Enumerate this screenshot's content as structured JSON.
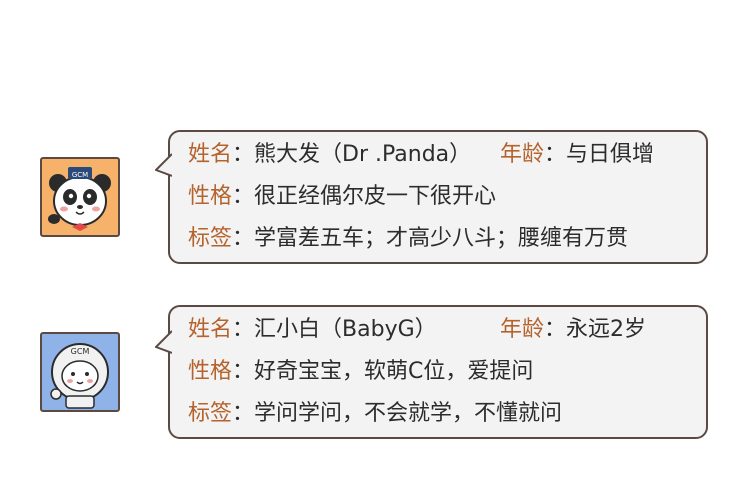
{
  "cards": [
    {
      "avatar_icon": "panda-avatar-icon",
      "avatar_bg": "#f6b26b",
      "avatar_badge": "GCM",
      "name_label": "姓名",
      "name_value": "熊大发（Dr .Panda）",
      "age_label": "年龄",
      "age_value": "与日俱增",
      "personality_label": "性格",
      "personality_value": "很正经偶尔皮一下很开心",
      "tags_label": "标签",
      "tags_value": "学富差五车；才高少八斗；腰缠有万贯"
    },
    {
      "avatar_icon": "astronaut-avatar-icon",
      "avatar_bg": "#8fb3e8",
      "avatar_badge": "GCM",
      "name_label": "姓名",
      "name_value": "汇小白（BabyG）",
      "age_label": "年龄",
      "age_value": "永远2岁",
      "personality_label": "性格",
      "personality_value": "好奇宝宝，软萌C位，爱提问",
      "tags_label": "标签",
      "tags_value": "学问学问，不会就学，不懂就问"
    }
  ],
  "colors": {
    "label": "#b5632d",
    "text": "#2c2c2c",
    "border": "#5a4a42",
    "bubble_bg": "#f3f3f3"
  },
  "separator": "："
}
